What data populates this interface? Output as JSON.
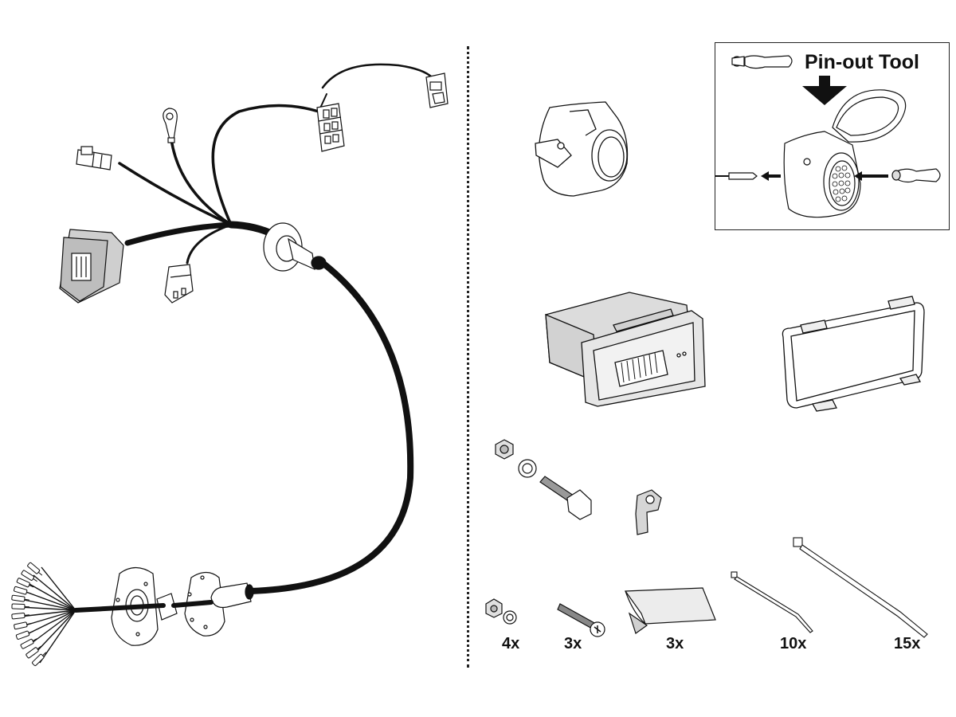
{
  "diagram": {
    "subject": "Trailer towbar wiring kit contents",
    "colors": {
      "line": "#111111",
      "fill_gray": "#d9d9d9",
      "background": "#ffffff"
    },
    "left_panel": {
      "items": [
        {
          "name": "wiring-harness",
          "label": "Wiring harness with vehicle connectors"
        },
        {
          "name": "ring-terminal",
          "label": "Earth ring terminal"
        },
        {
          "name": "rubber-grommet",
          "label": "Grommet"
        },
        {
          "name": "socket-plate",
          "label": "Socket mounting plate"
        },
        {
          "name": "pin-terminals",
          "label": "Loose pin terminals"
        }
      ]
    },
    "right_panel": {
      "pinout_tool": {
        "title": "Pin-out Tool"
      },
      "items": [
        {
          "name": "socket-13-pin",
          "label": "13-pin socket"
        },
        {
          "name": "control-module",
          "label": "Control module"
        },
        {
          "name": "module-bracket",
          "label": "Module bracket"
        },
        {
          "name": "bolt-nut-washer",
          "label": "Bolt, nut and washer"
        },
        {
          "name": "earth-tab",
          "label": "Earth tab"
        }
      ],
      "quantities": [
        {
          "item": "nut-and-washer",
          "qty": "4x"
        },
        {
          "item": "screw",
          "qty": "3x"
        },
        {
          "item": "adhesive-pad",
          "qty": "3x"
        },
        {
          "item": "small-cable-tie",
          "qty": "10x"
        },
        {
          "item": "large-cable-tie",
          "qty": "15x"
        }
      ]
    }
  }
}
